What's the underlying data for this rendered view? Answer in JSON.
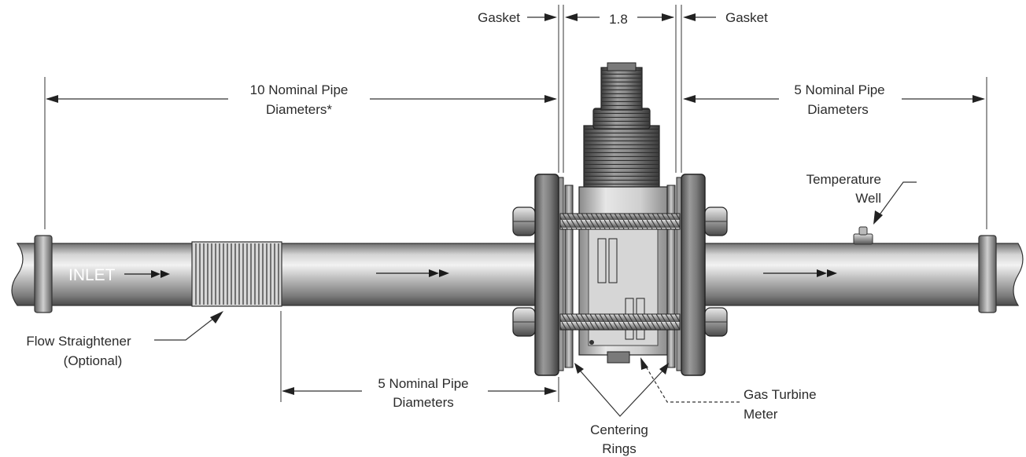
{
  "labels": {
    "gasket_left": "Gasket",
    "gasket_right": "Gasket",
    "meter_length": "1.8",
    "upstream_length_line1": "10 Nominal Pipe",
    "upstream_length_line2": "Diameters*",
    "downstream_length_line1": "5 Nominal Pipe",
    "downstream_length_line2": "Diameters",
    "straightener_length_line1": "5 Nominal Pipe",
    "straightener_length_line2": "Diameters",
    "temperature_well_line1": "Temperature",
    "temperature_well_line2": "Well",
    "inlet": "INLET",
    "flow_straightener_line1": "Flow Straightener",
    "flow_straightener_line2": "(Optional)",
    "gas_turbine_meter_line1": "Gas Turbine",
    "gas_turbine_meter_line2": "Meter",
    "centering_rings_line1": "Centering",
    "centering_rings_line2": "Rings"
  },
  "colors": {
    "pipe_light": "#eeeeee",
    "pipe_mid": "#b3b3b3",
    "pipe_dark": "#5a5a5a",
    "flange": "#6b6b6b",
    "meter_body": "#c8c8c8",
    "line": "#333333"
  }
}
